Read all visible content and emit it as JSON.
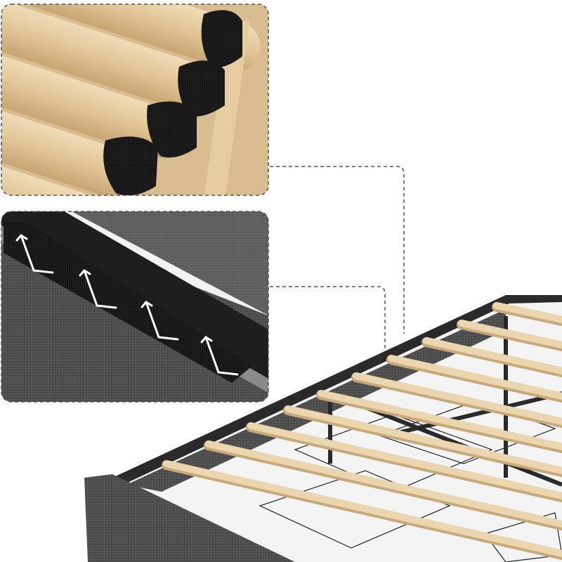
{
  "image": {
    "subject": "bed-frame-with-slats-and-storage-drawers",
    "insets": [
      {
        "id": "wood-slats-velcro-detail"
      },
      {
        "id": "fabric-rail-velcro-detail"
      }
    ],
    "colors": {
      "background": "#ffffff",
      "wood": "#e3c9a0",
      "wood_dark": "#c9a978",
      "velcro": "#111111",
      "fabric": "#4a4a4a",
      "frame": "#2a2a2a",
      "dashed_border": "#555555",
      "arrow": "#ffffff"
    }
  }
}
